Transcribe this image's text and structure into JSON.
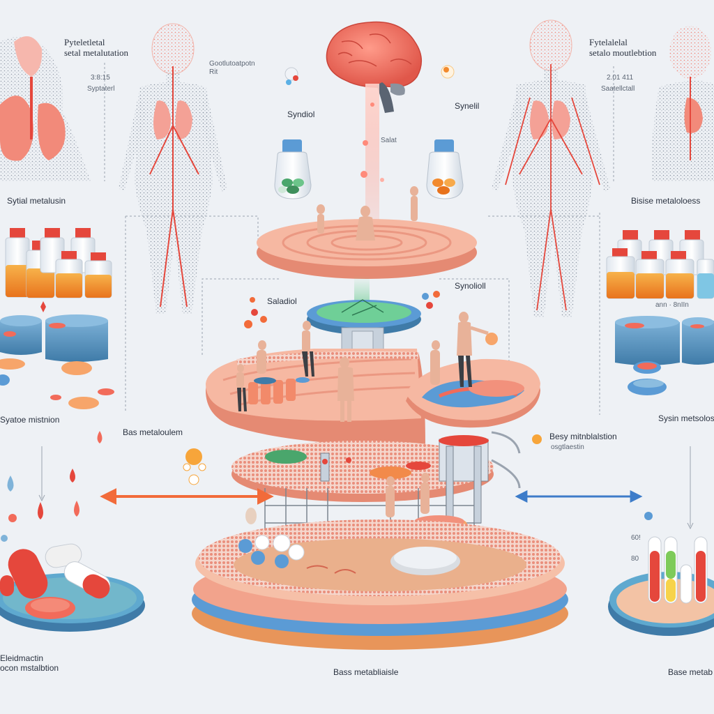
{
  "colors": {
    "background": "#eef1f5",
    "coral": "#f2a38c",
    "salmon": "#f6c0a8",
    "blue": "#5b9bd5",
    "orange": "#f28a2e",
    "red_vessel": "#e5473c",
    "arrow_orange": "#f26b3a",
    "arrow_blue": "#3d7cc9"
  },
  "labels": {
    "top_left_title": "Pyteletletal\nsetal metalutation",
    "top_left_code": "3:8:15",
    "top_left_sub": "Syptaterl",
    "top_left_small": "Gootlutoatpotn\nRit",
    "left_mid": "Sytial metalusin",
    "top_right_title": "Fytelalelal\nsetalo moutlebtion",
    "top_right_code": "2.01 411",
    "top_right_sub": "Saatellctall",
    "right_mid": "Bisise metaloloess",
    "brain_left_tag": "Syndiol",
    "brain_right_tag": "Synelil",
    "beam_tag": "Salat",
    "platform_left_tag": "Saladiol",
    "platform_right_tag": "Synolioll",
    "left_low": "Syatoe mistnion",
    "center_left": "Bas metaloulem",
    "center_right_title": "Besy mitnblalstion",
    "center_right_sub": "osgtlaestin",
    "right_low": "Sysin metsoloss",
    "right_tube_small": "ann · 8nIIn",
    "right_tube_a": "60!",
    "right_tube_b": "80",
    "bottom_left": "Eleidmactin\nocon mstalbtion",
    "bottom_center": "Bass metabliaisle",
    "bottom_right": "Base metab"
  }
}
